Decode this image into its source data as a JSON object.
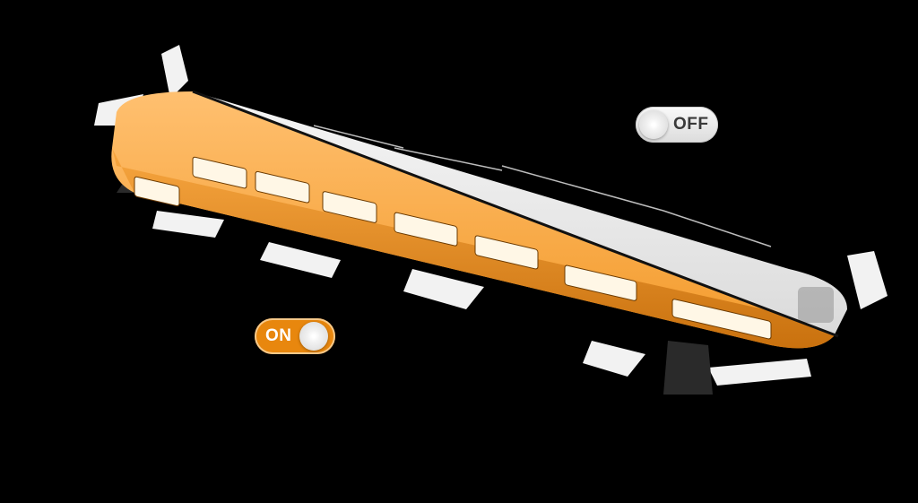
{
  "product": {
    "name": "amber-lightbar",
    "lit_color": "#F5A030",
    "unlit_color": "#E8E8E8",
    "background": "#000000"
  },
  "toggles": {
    "off": {
      "label": "OFF",
      "state": "off",
      "color": "#E6E6E6"
    },
    "on": {
      "label": "ON",
      "state": "on",
      "color": "#E8870E"
    }
  }
}
